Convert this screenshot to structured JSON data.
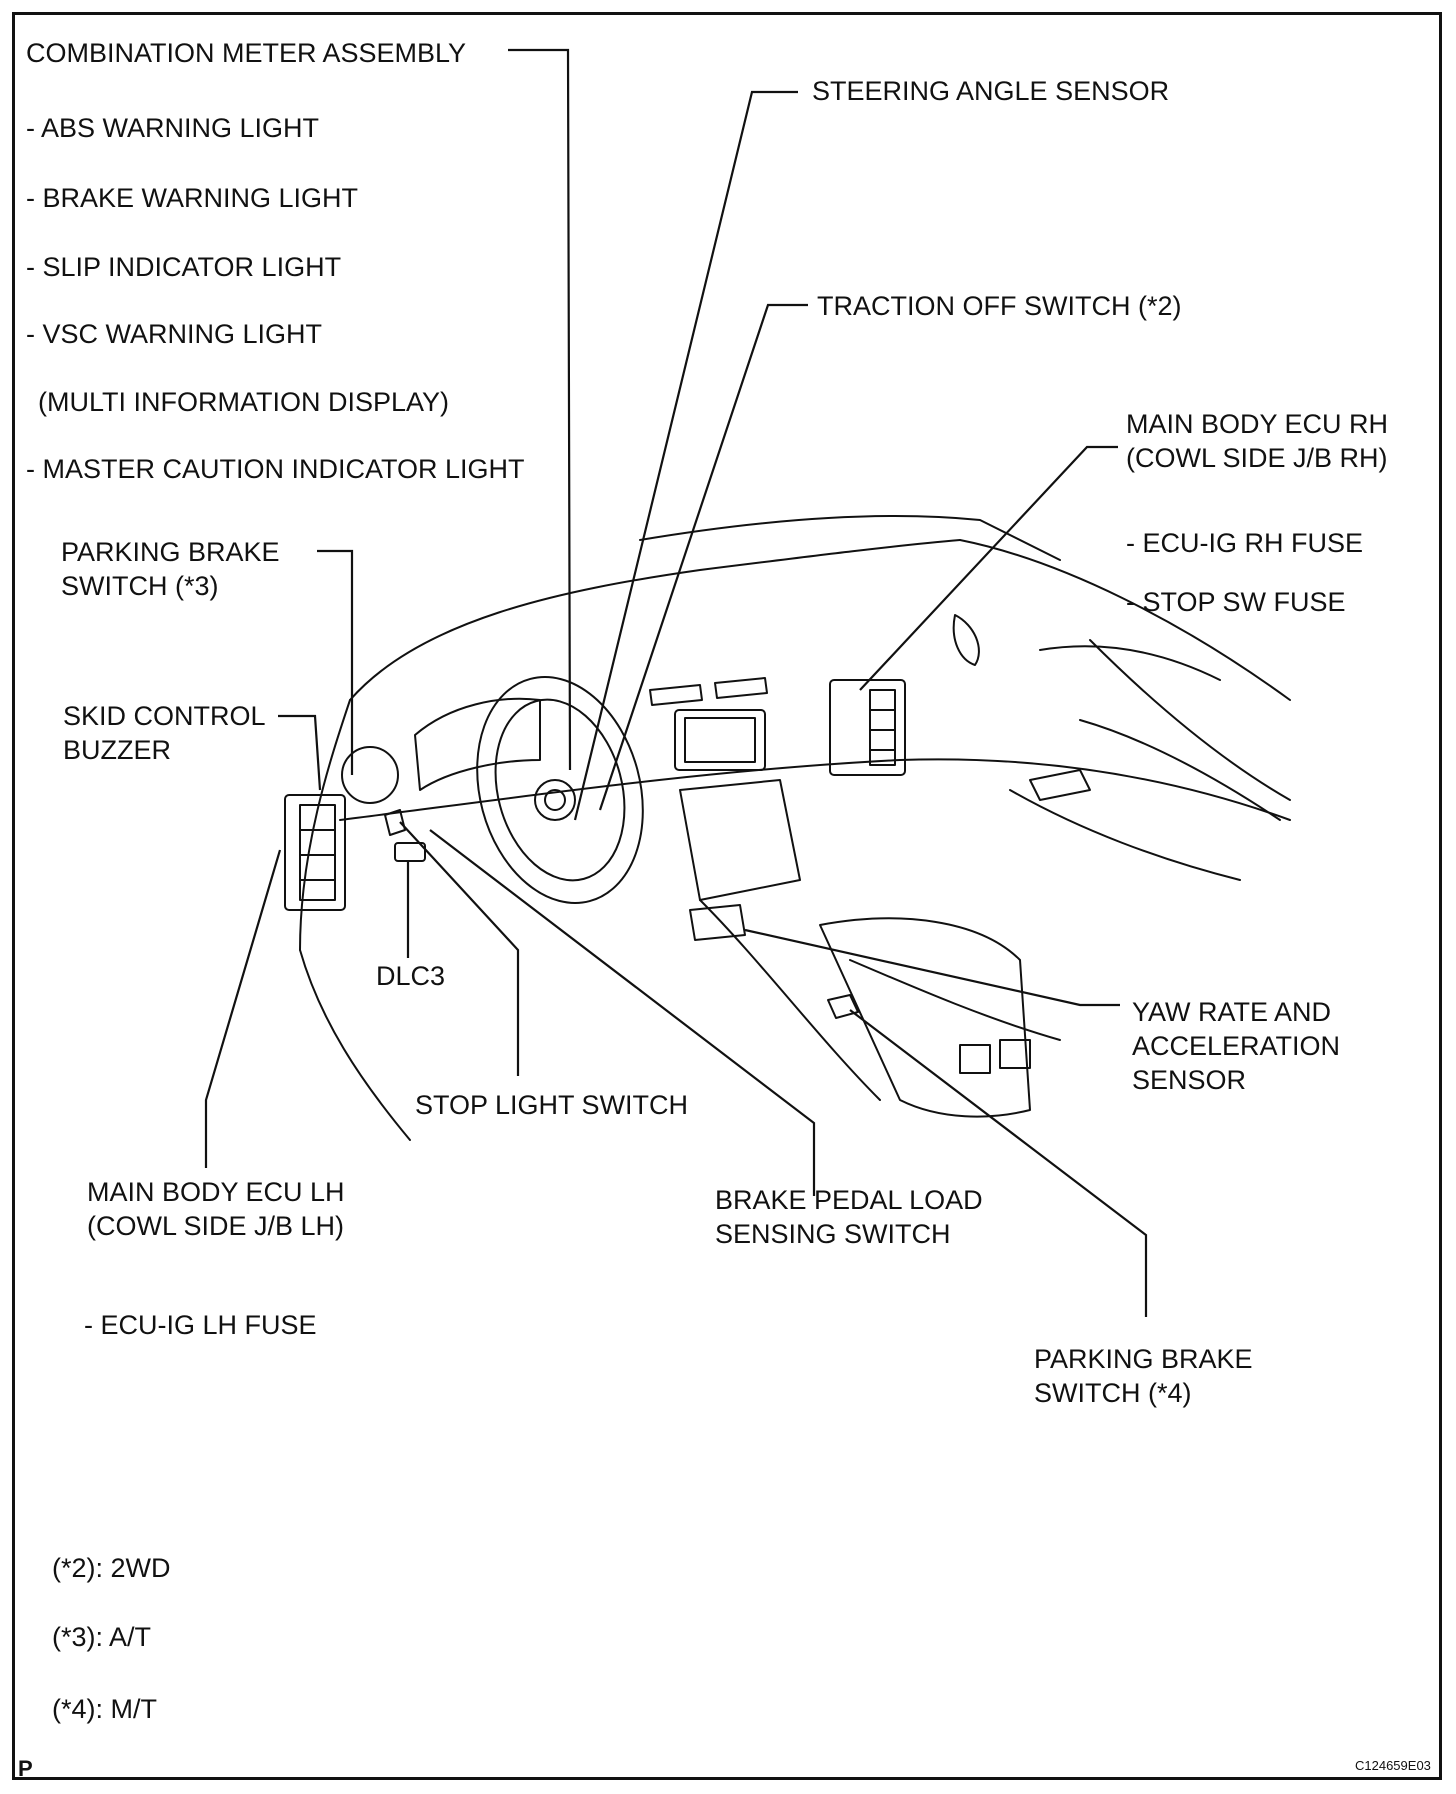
{
  "labels": {
    "combination_meter": "COMBINATION METER ASSEMBLY",
    "abs_warning": "- ABS WARNING LIGHT",
    "brake_warning": "- BRAKE WARNING LIGHT",
    "slip_indicator": "- SLIP INDICATOR LIGHT",
    "vsc_warning": "- VSC WARNING LIGHT",
    "multi_info": "(MULTI INFORMATION DISPLAY)",
    "master_caution": "- MASTER CAUTION INDICATOR LIGHT",
    "parking_brake_at_1": "PARKING BRAKE",
    "parking_brake_at_2": "SWITCH (*3)",
    "skid_buzzer_1": "SKID CONTROL",
    "skid_buzzer_2": "BUZZER",
    "steering_angle": "STEERING ANGLE SENSOR",
    "traction_off": "TRACTION OFF SWITCH (*2)",
    "ecu_rh_1": "MAIN BODY ECU RH",
    "ecu_rh_2": "(COWL SIDE J/B RH)",
    "ecu_ig_rh": "- ECU-IG RH FUSE",
    "stop_sw_fuse": "- STOP SW FUSE",
    "dlc3": "DLC3",
    "yaw_1": "YAW RATE AND",
    "yaw_2": "ACCELERATION",
    "yaw_3": "SENSOR",
    "stop_light": "STOP LIGHT SWITCH",
    "ecu_lh_1": "MAIN BODY ECU LH",
    "ecu_lh_2": "(COWL SIDE J/B LH)",
    "brake_pedal_1": "BRAKE PEDAL LOAD",
    "brake_pedal_2": "SENSING SWITCH",
    "ecu_ig_lh": "- ECU-IG LH FUSE",
    "parking_brake_mt_1": "PARKING BRAKE",
    "parking_brake_mt_2": "SWITCH (*4)"
  },
  "footnotes": {
    "fn2": "(*2): 2WD",
    "fn3": "(*3): A/T",
    "fn4": "(*4): M/T"
  },
  "corner_mark": "P",
  "figure_code": "C124659E03",
  "colors": {
    "line": "#111111",
    "background": "#ffffff"
  }
}
